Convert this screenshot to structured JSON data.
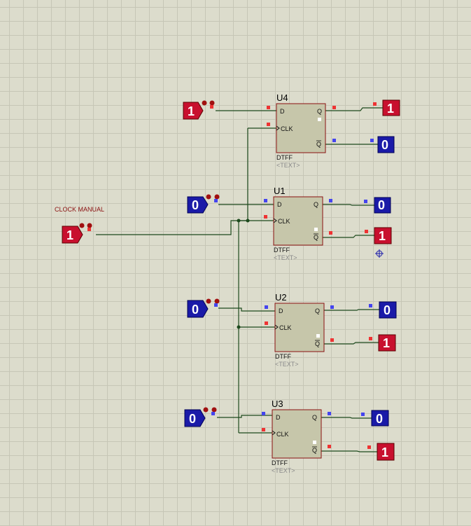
{
  "clock": {
    "label": "CLOCK MANUAL",
    "value": "1"
  },
  "chips": [
    {
      "ref": "U4",
      "type": "DTFF",
      "text": "<TEXT>",
      "pin_d": "D",
      "pin_clk": "CLK",
      "pin_q": "Q",
      "pin_qbar": "Q",
      "input_value": "1",
      "q_value": "1",
      "qbar_value": "0"
    },
    {
      "ref": "U1",
      "type": "DTFF",
      "text": "<TEXT>",
      "pin_d": "D",
      "pin_clk": "CLK",
      "pin_q": "Q",
      "pin_qbar": "Q",
      "input_value": "0",
      "q_value": "0",
      "qbar_value": "1"
    },
    {
      "ref": "U2",
      "type": "DTFF",
      "text": "<TEXT>",
      "pin_d": "D",
      "pin_clk": "CLK",
      "pin_q": "Q",
      "pin_qbar": "Q",
      "input_value": "0",
      "q_value": "0",
      "qbar_value": "1"
    },
    {
      "ref": "U3",
      "type": "DTFF",
      "text": "<TEXT>",
      "pin_d": "D",
      "pin_clk": "CLK",
      "pin_q": "Q",
      "pin_qbar": "Q",
      "input_value": "0",
      "q_value": "0",
      "qbar_value": "1"
    }
  ],
  "colors": {
    "high": "#c8102e",
    "low": "#1a1aa8",
    "wire": "#1d4a1d",
    "chip_fill": "#c6c6aa",
    "chip_border": "#8a1010"
  },
  "icons": {
    "cursor": "crosshair-icon"
  }
}
